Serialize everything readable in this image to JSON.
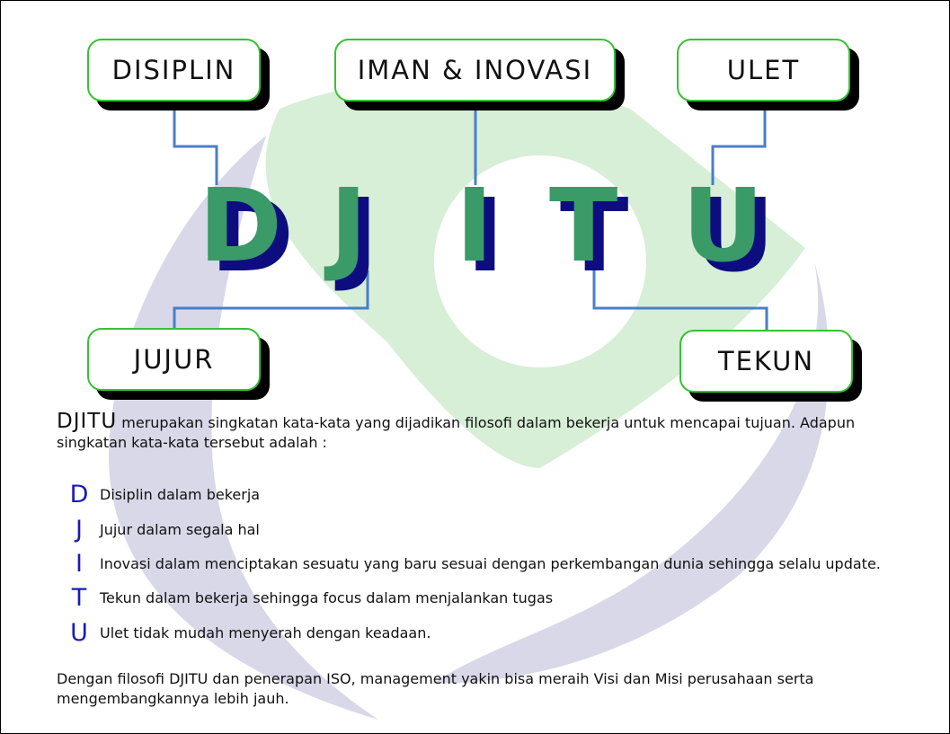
{
  "diagram": {
    "boxes": {
      "disiplin": "DISIPLIN",
      "iman_inovasi": "IMAN & INOVASI",
      "ulet": "ULET",
      "jujur": "JUJUR",
      "tekun": "TEKUN"
    },
    "acronym_letters": [
      "D",
      "J",
      "I",
      "T",
      "U"
    ]
  },
  "intro": {
    "lead": "DJITU",
    "text": " merupakan singkatan kata-kata yang dijadikan filosofi dalam bekerja untuk mencapai tujuan. Adapun singkatan kata-kata tersebut adalah :"
  },
  "items": [
    {
      "letter": "D",
      "text": "Disiplin dalam bekerja"
    },
    {
      "letter": "J",
      "text": "Jujur dalam segala hal"
    },
    {
      "letter": "I",
      "text": "Inovasi dalam menciptakan sesuatu yang baru sesuai dengan perkembangan dunia sehingga selalu update."
    },
    {
      "letter": "T",
      "text": "Tekun dalam bekerja sehingga focus dalam menjalankan tugas"
    },
    {
      "letter": "U",
      "text": "Ulet tidak mudah menyerah dengan keadaan."
    }
  ],
  "closing": "Dengan filosofi DJITU dan penerapan ISO, management yakin bisa meraih Visi dan Misi perusahaan serta mengembangkannya lebih jauh.",
  "colors": {
    "box_border": "#33c433",
    "letter_green": "#3a9a68",
    "letter_navy": "#0d0d80",
    "connector": "#4a7ec8",
    "watermark_green": "#d6efd6",
    "watermark_purple": "#d8d8e8",
    "list_letter": "#1a1ab8"
  }
}
